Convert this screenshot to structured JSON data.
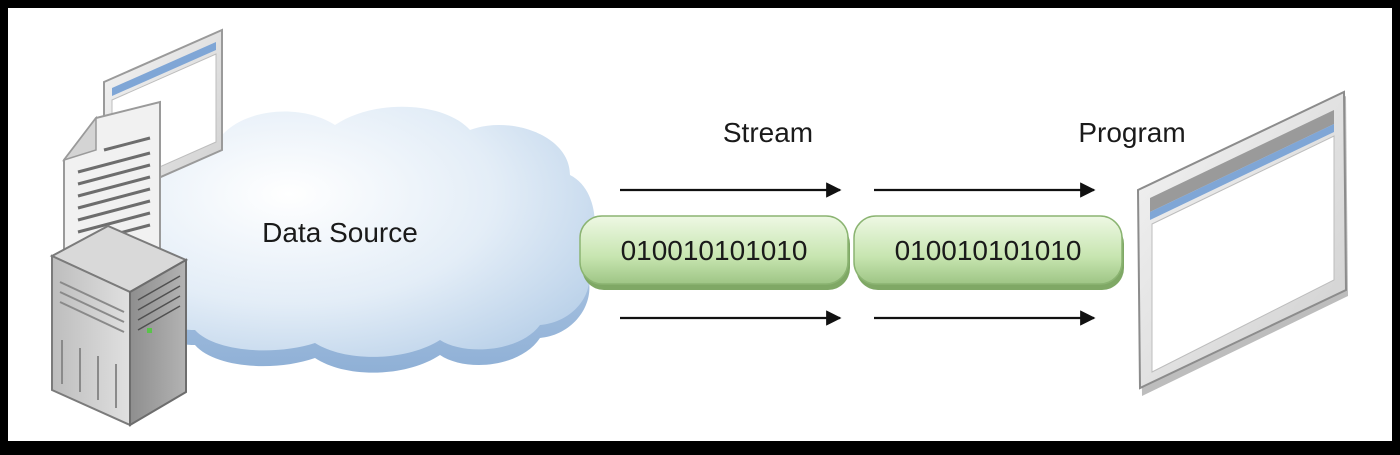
{
  "labels": {
    "data_source": "Data Source",
    "stream": "Stream",
    "program": "Program"
  },
  "packets": [
    {
      "bits": "010010101010"
    },
    {
      "bits": "010010101010"
    }
  ],
  "colors": {
    "frame": "#000000",
    "background": "#ffffff",
    "cloud_light": "#f2f7fc",
    "cloud_dark": "#a9c4e2",
    "packet_light": "#e6f5d6",
    "packet_dark": "#9ec585",
    "window_accent": "#7fa6d6",
    "arrow": "#111111"
  }
}
